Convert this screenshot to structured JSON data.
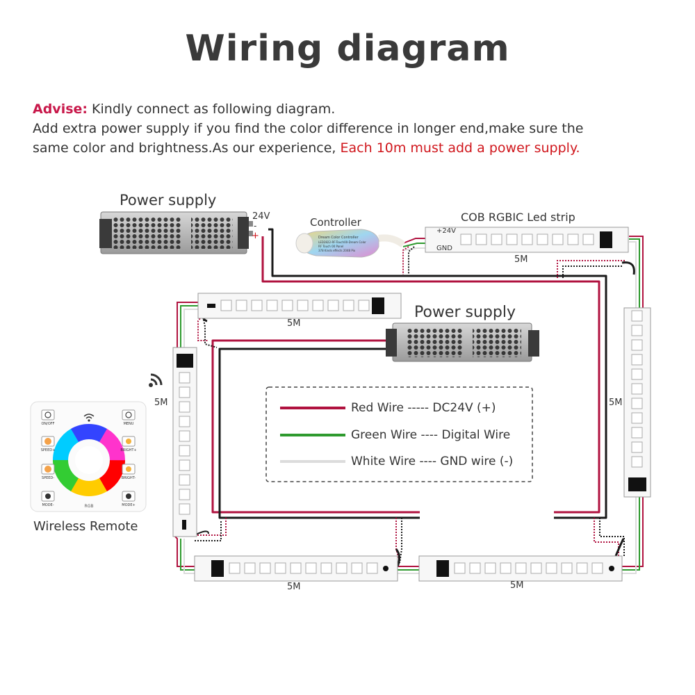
{
  "title": "Wiring diagram",
  "advice": {
    "label": "Advise:",
    "line1": " Kindly connect as following diagram.",
    "line2": "Add extra power supply if you find the color difference in longer end,make sure the",
    "line3_prefix": "same color and brightness.As our experience, ",
    "line3_highlight": "Each 10m must add a power supply."
  },
  "labels": {
    "power_supply_1": "Power supply",
    "power_supply_2": "Power supply",
    "volt_24": "24V",
    "minus": "-",
    "plus": "+",
    "controller": "Controller",
    "strip_title": "COB RGBIC Led strip",
    "plus24v": "+24V",
    "gnd": "GND",
    "len_top": "5M",
    "len_mid": "5M",
    "len_left": "5M",
    "len_right": "5M",
    "len_bottom_left": "5M",
    "len_bottom_right": "5M",
    "wireless_remote": "Wireless Remote"
  },
  "controller_text": [
    "Dream Color Controller",
    "LED2822-RF-Touch00-Dream Color",
    "RF Touch 00 Panel",
    "378 Kinds effects 2048 Pix"
  ],
  "legend": {
    "items": [
      {
        "text": "Red Wire ----- DC24V (+)",
        "color": "#b0123f"
      },
      {
        "text": "Green Wire ---- Digital Wire",
        "color": "#2e9a2e"
      },
      {
        "text": "White Wire ---- GND wire (-)",
        "color": "#dcdcdc"
      }
    ]
  },
  "remote": {
    "buttons_left": [
      "ON/OFF",
      "SPEED+",
      "SPEED-",
      "MODE-"
    ],
    "buttons_right": [
      "MENU",
      "BRIGHT+",
      "BRIGHT-",
      "MODE+"
    ],
    "brand": "RGB"
  },
  "colors": {
    "red_wire": "#b0123f",
    "green_wire": "#2e9a2e",
    "white_wire": "#dcdcdc",
    "black_wire": "#1a1a1a",
    "accent": "#c8184a"
  }
}
